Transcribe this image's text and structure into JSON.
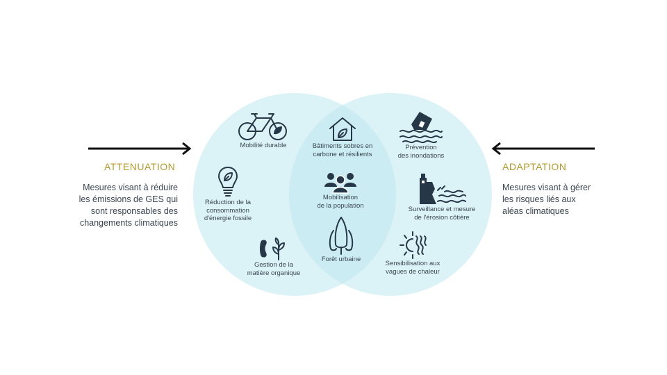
{
  "attenuation": {
    "title": "ATTENUATION",
    "description": "Mesures visant à réduire\nles émissions de GES qui\nsont responsables des\nchangements climatiques"
  },
  "adaptation": {
    "title": "ADAPTATION",
    "description": "Mesures visant à gérer\nles risques liés aux\naléas climatiques"
  },
  "items": {
    "mobilite": "Mobilité durable",
    "reduction": "Réduction de la\nconsommation\nd'énergie fossile",
    "gestion": "Gestion de la\nmatière organique",
    "batiments": "Bâtiments sobres en\ncarbone et résilients",
    "mobilisation": "Mobilisation\nde la population",
    "foret": "Forêt urbaine",
    "prevention": "Prévention\ndes inondations",
    "surveillance": "Surveillance et mesure\nde l'érosion côtière",
    "sensibilisation": "Sensibilisation aux\nvagues de chaleur"
  },
  "colors": {
    "circle": "#bee8ee",
    "title_accent": "#b59a2a",
    "icon": "#263848"
  },
  "icons": {
    "mobilite": "bicycle-leaf-icon",
    "reduction": "lightbulb-leaf-icon",
    "gestion": "apple-core-plant-icon",
    "batiments": "house-leaf-icon",
    "mobilisation": "people-group-icon",
    "foret": "trees-icon",
    "prevention": "flooded-house-icon",
    "surveillance": "cliff-waves-icon",
    "sensibilisation": "sun-heat-icon"
  }
}
